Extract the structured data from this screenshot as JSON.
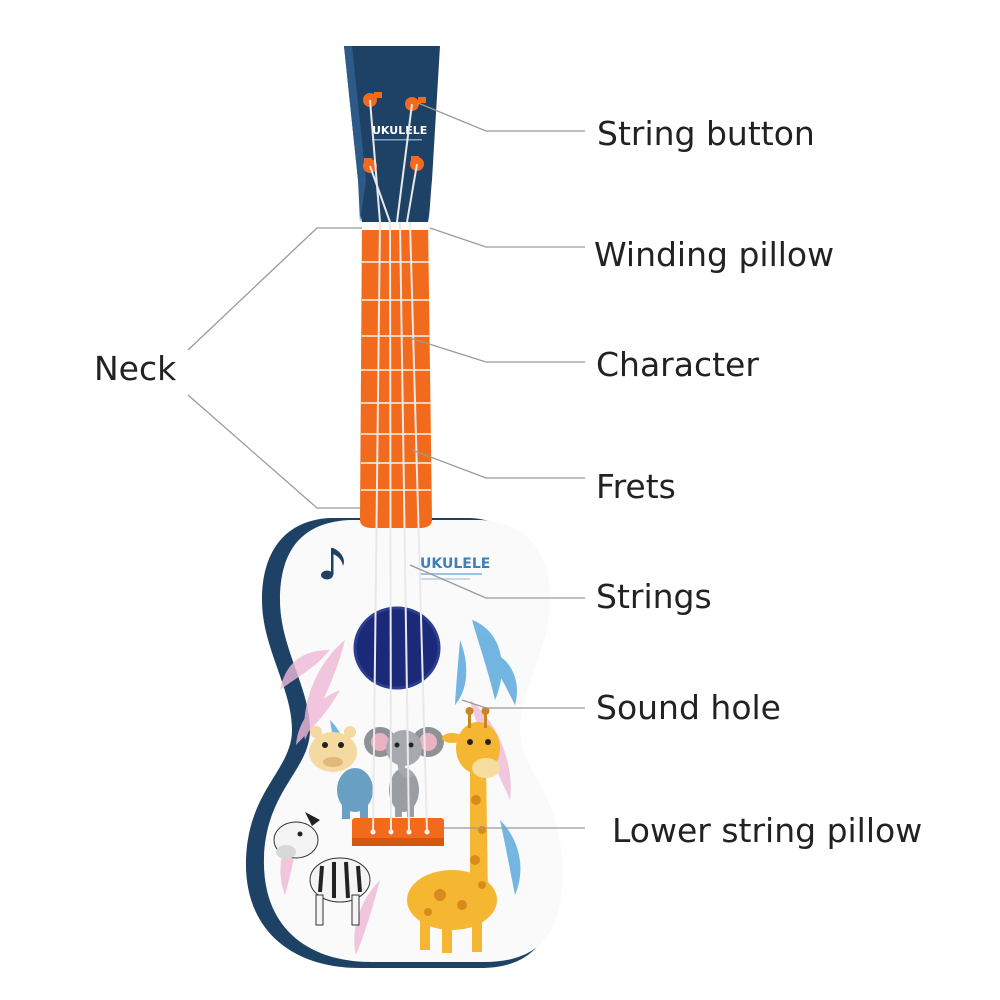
{
  "colors": {
    "navy": "#1e4266",
    "orange": "#f26a1b",
    "white": "#fafafa",
    "giraffe": "#f5b731",
    "leaf_blue": "#5aa9dc",
    "leaf_pink": "#efb9d8"
  },
  "ukulele": {
    "headstock_text": "UKULELE",
    "body_text": "UKULELE"
  },
  "labels": {
    "string_button": "String button",
    "winding_pillow": "Winding pillow",
    "neck": "Neck",
    "character": "Character",
    "frets": "Frets",
    "strings": "Strings",
    "sound_hole": "Sound hole",
    "lower_string_pillow": "Lower string pillow"
  }
}
